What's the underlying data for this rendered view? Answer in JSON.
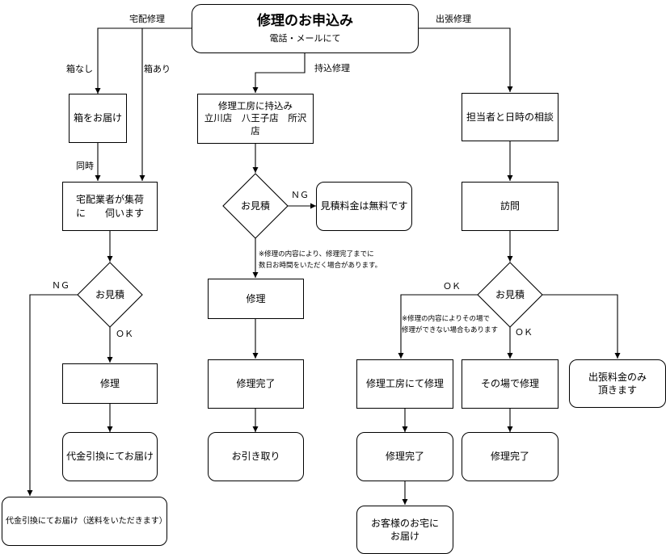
{
  "title": {
    "main": "修理のお申込み",
    "sub": "電話・メールにて"
  },
  "edge_labels": {
    "home_delivery": "宅配修理",
    "onsite": "出張修理",
    "no_box": "箱なし",
    "with_box": "箱あり",
    "carry_in": "持込修理",
    "simultaneous": "同時",
    "ng_center": "ＮＧ",
    "ng_left": "ＮＧ",
    "ok_left": "ＯＫ",
    "ok_right_left": "ＯＫ",
    "ok_right_down": "ＯＫ"
  },
  "nodes": {
    "box_delivery": "箱をお届け",
    "pickup": "宅配業者が集荷\nに　　伺います",
    "estimate_left": "お見積",
    "repair_left": "修理",
    "cod_delivery": "代金引換にてお届け",
    "cod_delivery_shipping": "代金引換にてお届け（送料をいただきます）",
    "bring_to_workshop": "修理工房に持込み\n立川店　八王子店　所沢\n店",
    "estimate_center": "お見積",
    "estimate_free": "見積料金は無料です",
    "repair_center": "修理",
    "repair_done_center": "修理完了",
    "pickup_by_customer": "お引き取り",
    "schedule_consult": "担当者と日時の相談",
    "visit": "訪問",
    "estimate_right": "お見積",
    "repair_at_workshop": "修理工房にて修理",
    "repair_onsite": "その場で修理",
    "onsite_fee_only": "出張料金のみ\n頂きます",
    "repair_done_right": "修理完了",
    "repair_done_onsite": "修理完了",
    "deliver_to_home": "お客様のお宅に\nお届け"
  },
  "notes": {
    "center": "※修理の内容により、修理完了までに\n数日お時間をいただく場合があります。",
    "right": "※修理の内容によりその場で\n修理ができない場合もあります"
  }
}
